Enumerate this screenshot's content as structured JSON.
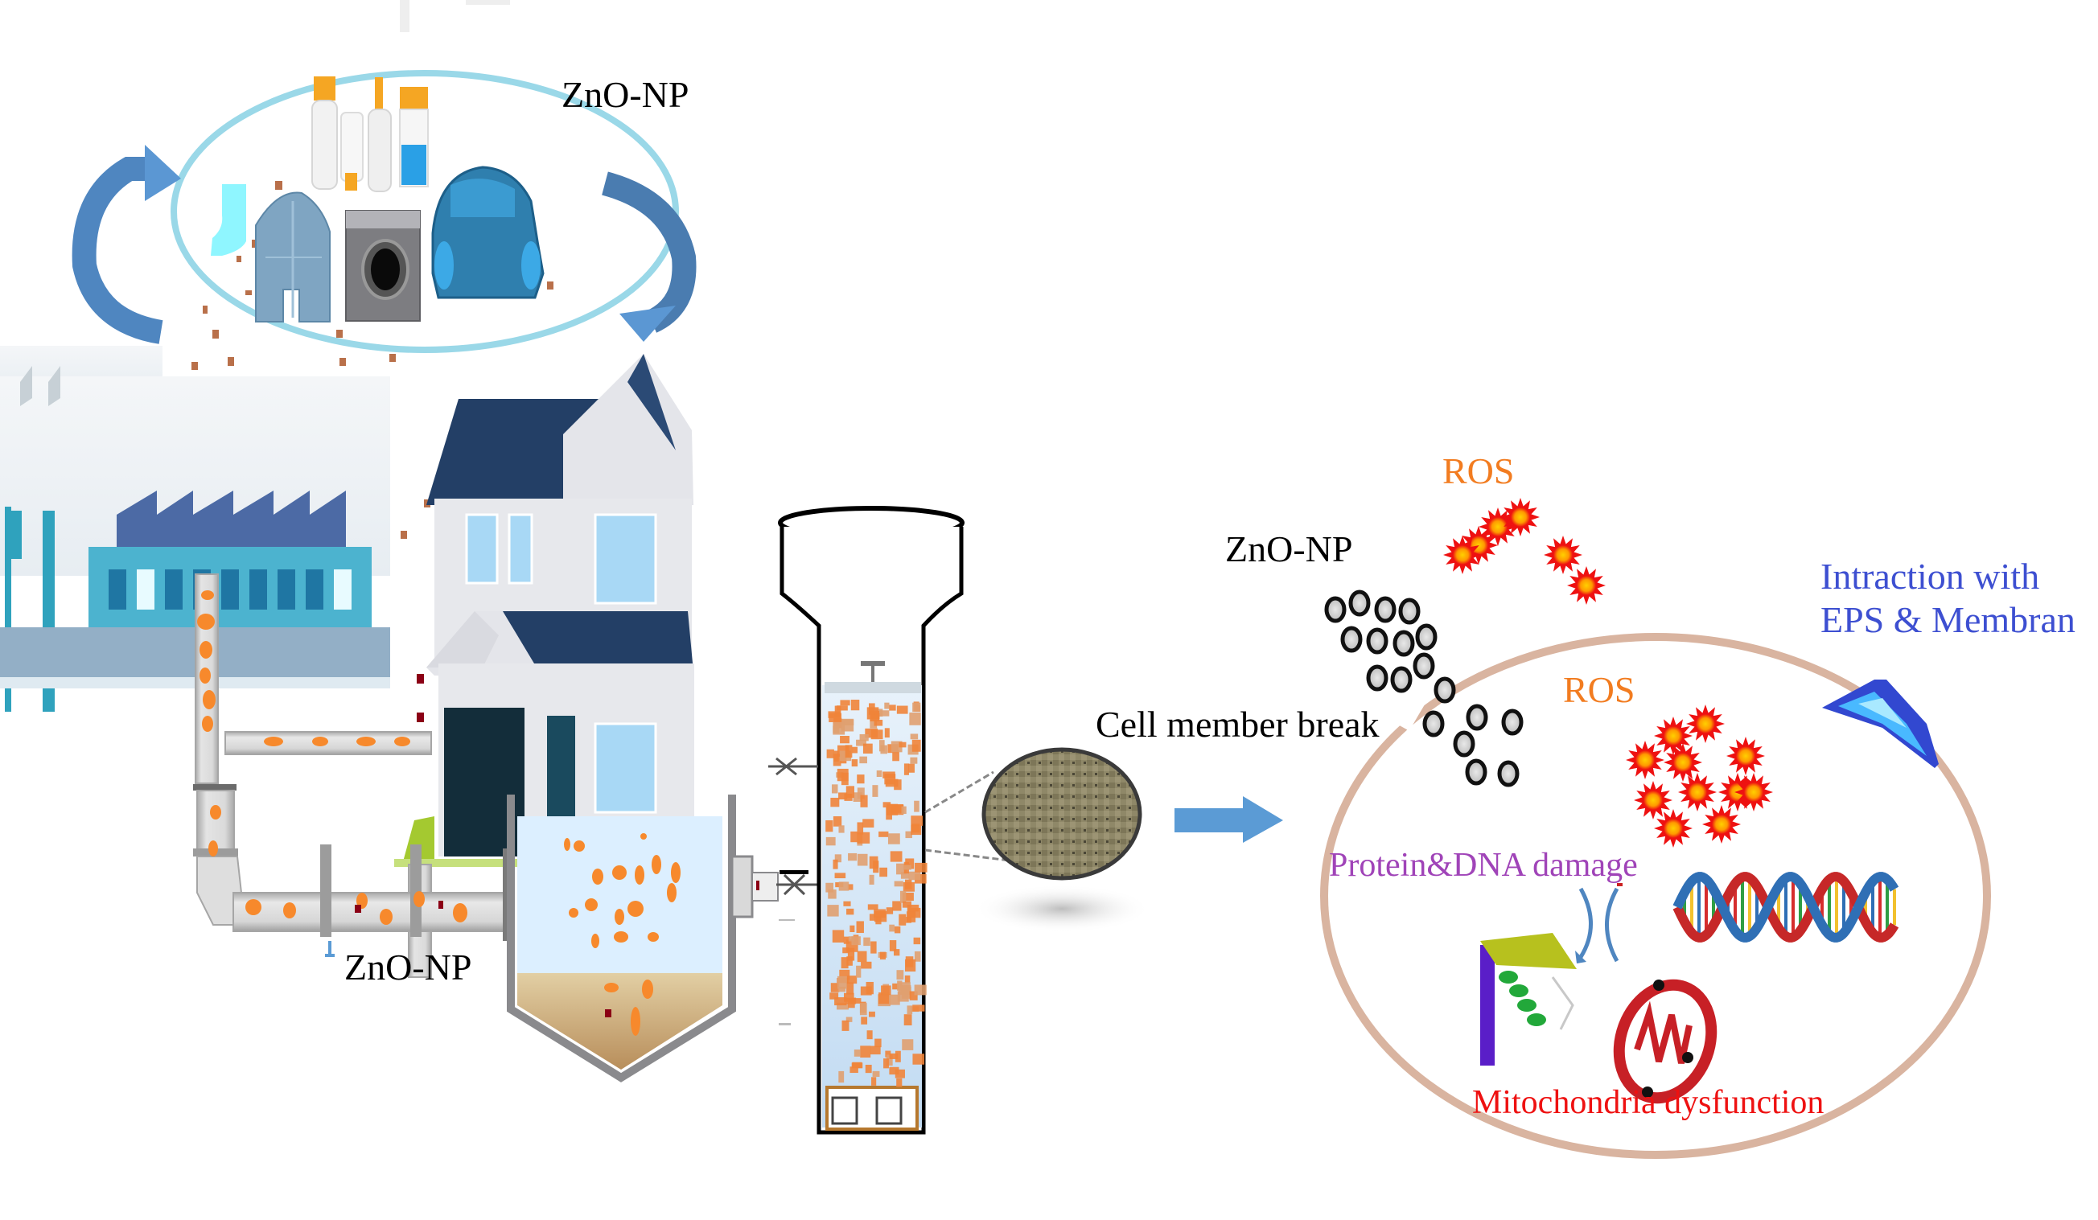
{
  "figure": {
    "title": "ZnO nanoparticle pathway from products to wastewater treatment and microbial cell toxicity"
  },
  "sources": {
    "consumer_products_label": "ZnO-NP",
    "products": [
      "cosmetic bottles",
      "sunscreen tube",
      "sock",
      "jacket",
      "washing machine",
      "car"
    ],
    "emitters": [
      "factory",
      "house"
    ]
  },
  "treatment": {
    "pipe_discharge_label": "ZnO-NP",
    "units": [
      "sewer pipe",
      "settling tank",
      "granular sludge reactor column",
      "granule"
    ]
  },
  "cell": {
    "external_np_label": "ZnO-NP",
    "external_ros_label": "ROS",
    "membrane_break_label": "Cell member break",
    "internal_ros_label": "ROS",
    "eps_interaction_label_line1": "Intraction with",
    "eps_interaction_label_line2": "EPS & Membran",
    "protein_dna_label": "Protein&DNA damage",
    "mitochondria_label": "Mitochondria dysfunction"
  },
  "colors": {
    "bubble_outline": "#9ad8e8",
    "cycle_arrow": "#4f86c0",
    "nanoparticle_dot": "#b9704a",
    "pipe_fill": "#d9d9d9",
    "pipe_border": "#a6a6a6",
    "sludge_orange": "#f7892c",
    "sludge_darkred": "#8b0015",
    "water": "#dcefff",
    "granule": "#8f8868",
    "flow_arrow": "#5b9bd5",
    "cell_membrane": "#d9b4a0",
    "ros_red": "#ee1111",
    "ros_core": "#ffb300",
    "ros_text": "#f27c20",
    "eps_text": "#3d4fd1",
    "protein_text": "#a044b8",
    "mito_text": "#ee1111"
  }
}
